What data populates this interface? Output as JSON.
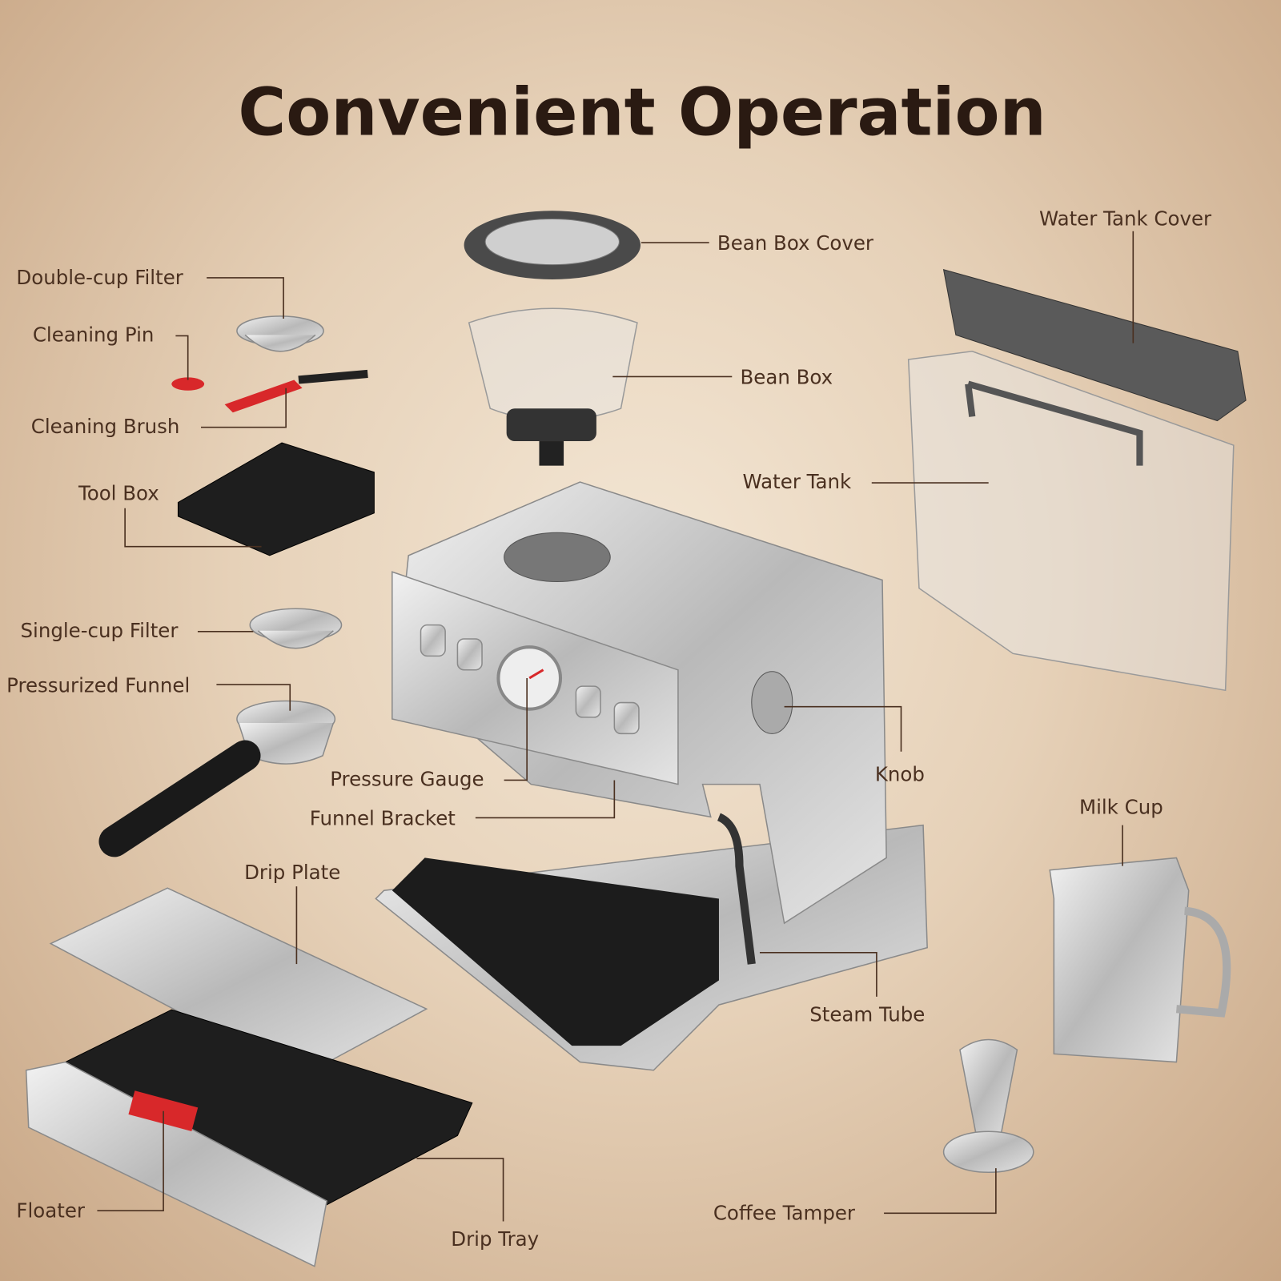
{
  "title": "Convenient Operation",
  "labels": {
    "bean_box_cover": "Bean Box Cover",
    "water_tank_cover": "Water Tank Cover",
    "double_cup_filter": "Double-cup Filter",
    "cleaning_pin": "Cleaning Pin",
    "cleaning_brush": "Cleaning Brush",
    "tool_box": "Tool Box",
    "bean_box": "Bean Box",
    "water_tank": "Water Tank",
    "single_cup_filter": "Single-cup Filter",
    "pressurized_funnel": "Pressurized Funnel",
    "pressure_gauge": "Pressure Gauge",
    "funnel_bracket": "Funnel Bracket",
    "knob": "Knob",
    "milk_cup": "Milk Cup",
    "drip_plate": "Drip Plate",
    "steam_tube": "Steam Tube",
    "coffee_tamper": "Coffee Tamper",
    "floater": "Floater",
    "drip_tray": "Drip Tray"
  },
  "colors": {
    "title": "#2a1a12",
    "label": "#4a3020",
    "accent_red": "#d8282a"
  }
}
